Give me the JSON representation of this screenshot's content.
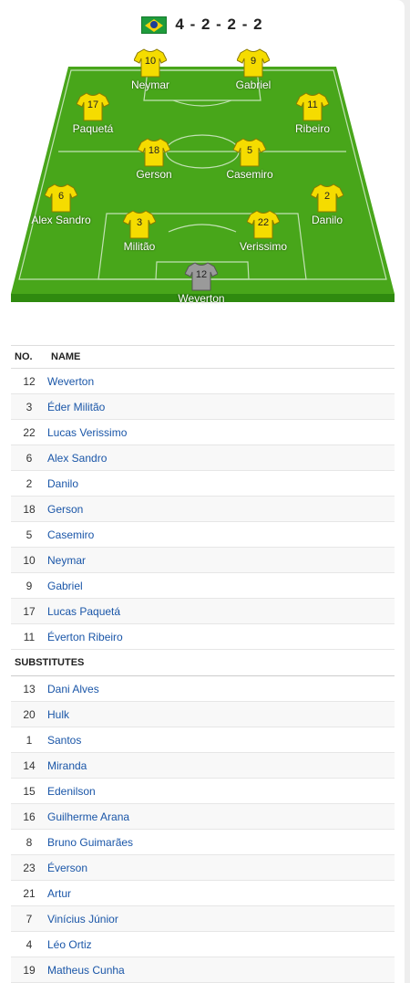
{
  "team": {
    "formation": "4 - 2 - 2 - 2",
    "flag_colors": {
      "green": "#1f9c3c",
      "yellow": "#f5d10c",
      "blue": "#1d3f96"
    }
  },
  "colors": {
    "pitch": "#48a61a",
    "pitch_dark": "#2f8a0f",
    "shirt": "#f5dc00",
    "keeper_shirt": "#9a9a9a",
    "link": "#1a56a8"
  },
  "lineup": [
    {
      "number": "12",
      "name": "Weverton",
      "keeper": true
    },
    {
      "number": "3",
      "name": "Militão"
    },
    {
      "number": "22",
      "name": "Verissimo"
    },
    {
      "number": "6",
      "name": "Alex Sandro"
    },
    {
      "number": "2",
      "name": "Danilo"
    },
    {
      "number": "18",
      "name": "Gerson"
    },
    {
      "number": "5",
      "name": "Casemiro"
    },
    {
      "number": "17",
      "name": "Paquetá"
    },
    {
      "number": "11",
      "name": "Ribeiro"
    },
    {
      "number": "10",
      "name": "Neymar"
    },
    {
      "number": "9",
      "name": "Gabriel"
    }
  ],
  "table": {
    "col_no": "NO.",
    "col_name": "NAME",
    "starters": [
      {
        "no": "12",
        "name": "Weverton"
      },
      {
        "no": "3",
        "name": "Éder Militão"
      },
      {
        "no": "22",
        "name": "Lucas Verissimo"
      },
      {
        "no": "6",
        "name": "Alex Sandro"
      },
      {
        "no": "2",
        "name": "Danilo"
      },
      {
        "no": "18",
        "name": "Gerson"
      },
      {
        "no": "5",
        "name": "Casemiro"
      },
      {
        "no": "10",
        "name": "Neymar"
      },
      {
        "no": "9",
        "name": "Gabriel"
      },
      {
        "no": "17",
        "name": "Lucas Paquetá"
      },
      {
        "no": "11",
        "name": "Éverton Ribeiro"
      }
    ],
    "subs_label": "SUBSTITUTES",
    "subs": [
      {
        "no": "13",
        "name": "Dani Alves"
      },
      {
        "no": "20",
        "name": "Hulk"
      },
      {
        "no": "1",
        "name": "Santos"
      },
      {
        "no": "14",
        "name": "Miranda"
      },
      {
        "no": "15",
        "name": "Edenilson"
      },
      {
        "no": "16",
        "name": "Guilherme Arana"
      },
      {
        "no": "8",
        "name": "Bruno Guimarães"
      },
      {
        "no": "23",
        "name": "Éverson"
      },
      {
        "no": "21",
        "name": "Artur"
      },
      {
        "no": "7",
        "name": "Vinícius Júnior"
      },
      {
        "no": "4",
        "name": "Léo Ortiz"
      },
      {
        "no": "19",
        "name": "Matheus Cunha"
      }
    ]
  }
}
